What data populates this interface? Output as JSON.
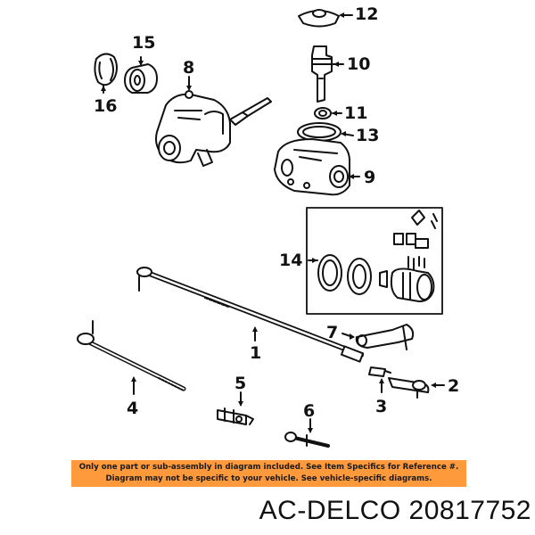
{
  "callouts": {
    "c1": "1",
    "c2": "2",
    "c3": "3",
    "c4": "4",
    "c5": "5",
    "c6": "6",
    "c7": "7",
    "c8": "8",
    "c9": "9",
    "c10": "10",
    "c11": "11",
    "c12": "12",
    "c13": "13",
    "c14": "14",
    "c15": "15",
    "c16": "16"
  },
  "notice": {
    "line1": "Only one part or sub-assembly in diagram included. See Item Specifics for Reference #.",
    "line2": "Diagram may not be specific to your vehicle. See vehicle-specific diagrams.",
    "color": "#ff9a3c"
  },
  "brand_part": "AC-DELCO 20817752"
}
